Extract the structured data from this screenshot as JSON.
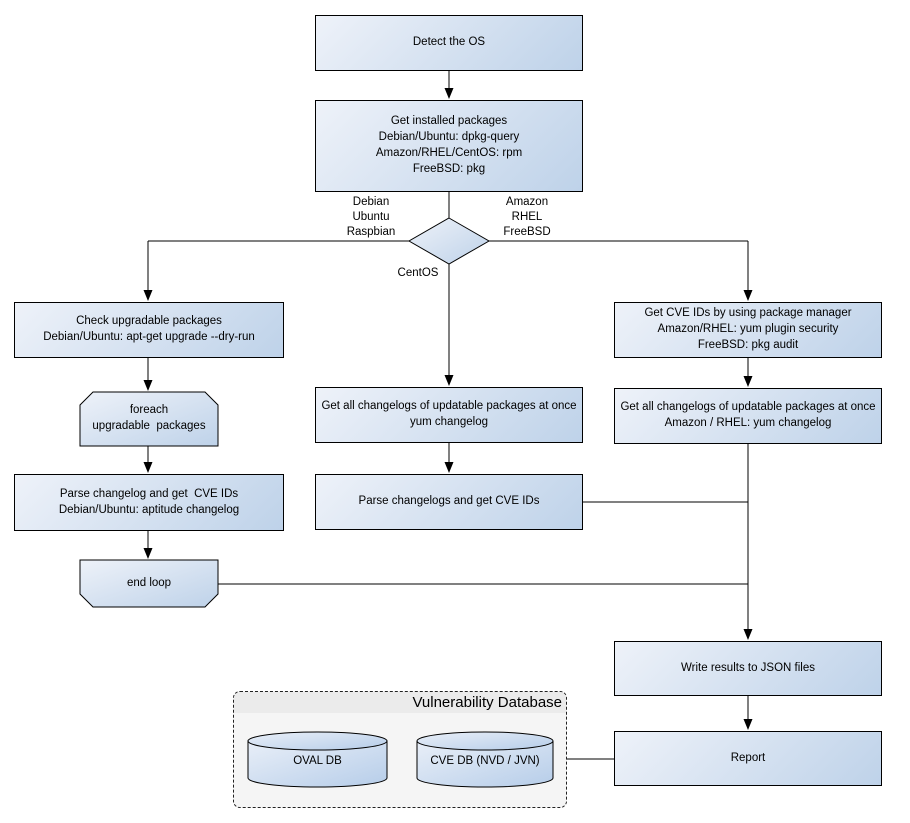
{
  "nodes": {
    "detect_os": {
      "text": "Detect the OS"
    },
    "get_installed_packages": {
      "text": "Get installed packages\nDebian/Ubuntu: dpkg-query\nAmazon/RHEL/CentOS: rpm\nFreeBSD: pkg"
    },
    "check_upgradable": {
      "text": "Check upgradable packages\nDebian/Ubuntu: apt-get upgrade --dry-run"
    },
    "foreach_loop": {
      "text": "foreach\nupgradable  packages"
    },
    "parse_changelog_left": {
      "text": "Parse changelog and get  CVE IDs\nDebian/Ubuntu: aptitude changelog"
    },
    "end_loop": {
      "text": "end loop"
    },
    "get_changelogs_centos": {
      "text": "Get all changelogs of updatable packages at once\nyum changelog"
    },
    "parse_changelogs_center": {
      "text": "Parse changelogs and get CVE IDs"
    },
    "get_cve_ids_pkg_manager": {
      "text": "Get CVE IDs by using package manager\nAmazon/RHEL: yum plugin security\nFreeBSD: pkg audit"
    },
    "get_changelogs_amazon_rhel": {
      "text": "Get all changelogs of updatable packages at once\nAmazon / RHEL: yum changelog"
    },
    "write_results": {
      "text": "Write results to JSON files"
    },
    "report": {
      "text": "Report"
    }
  },
  "branch_labels": {
    "left": "Debian\nUbuntu\nRaspbian",
    "right": "Amazon\nRHEL\nFreeBSD",
    "down": "CentOS"
  },
  "database": {
    "title": "Vulnerability Database",
    "cylinders": [
      {
        "label": "OVAL DB"
      },
      {
        "label": "CVE DB (NVD / JVN)"
      }
    ]
  },
  "colors": {
    "node_gradient_start": "#eef2f9",
    "node_gradient_end": "#bed2e9",
    "line": "#000000",
    "db_panel_bg": "#f5f5f5",
    "db_panel_header_bg": "#ebebeb"
  }
}
